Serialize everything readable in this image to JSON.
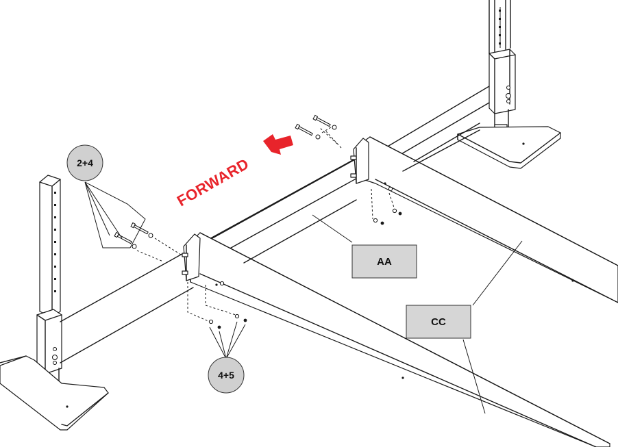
{
  "diagram": {
    "forward_label": "FORWARD",
    "forward_color": "#e8242b",
    "part_labels": {
      "aa": "AA",
      "cc": "CC"
    },
    "callouts": {
      "top_left": "2+4",
      "bottom": "4+5"
    },
    "label_fill": "#d6d6d6",
    "callout_fill": "#d0d0d0"
  }
}
